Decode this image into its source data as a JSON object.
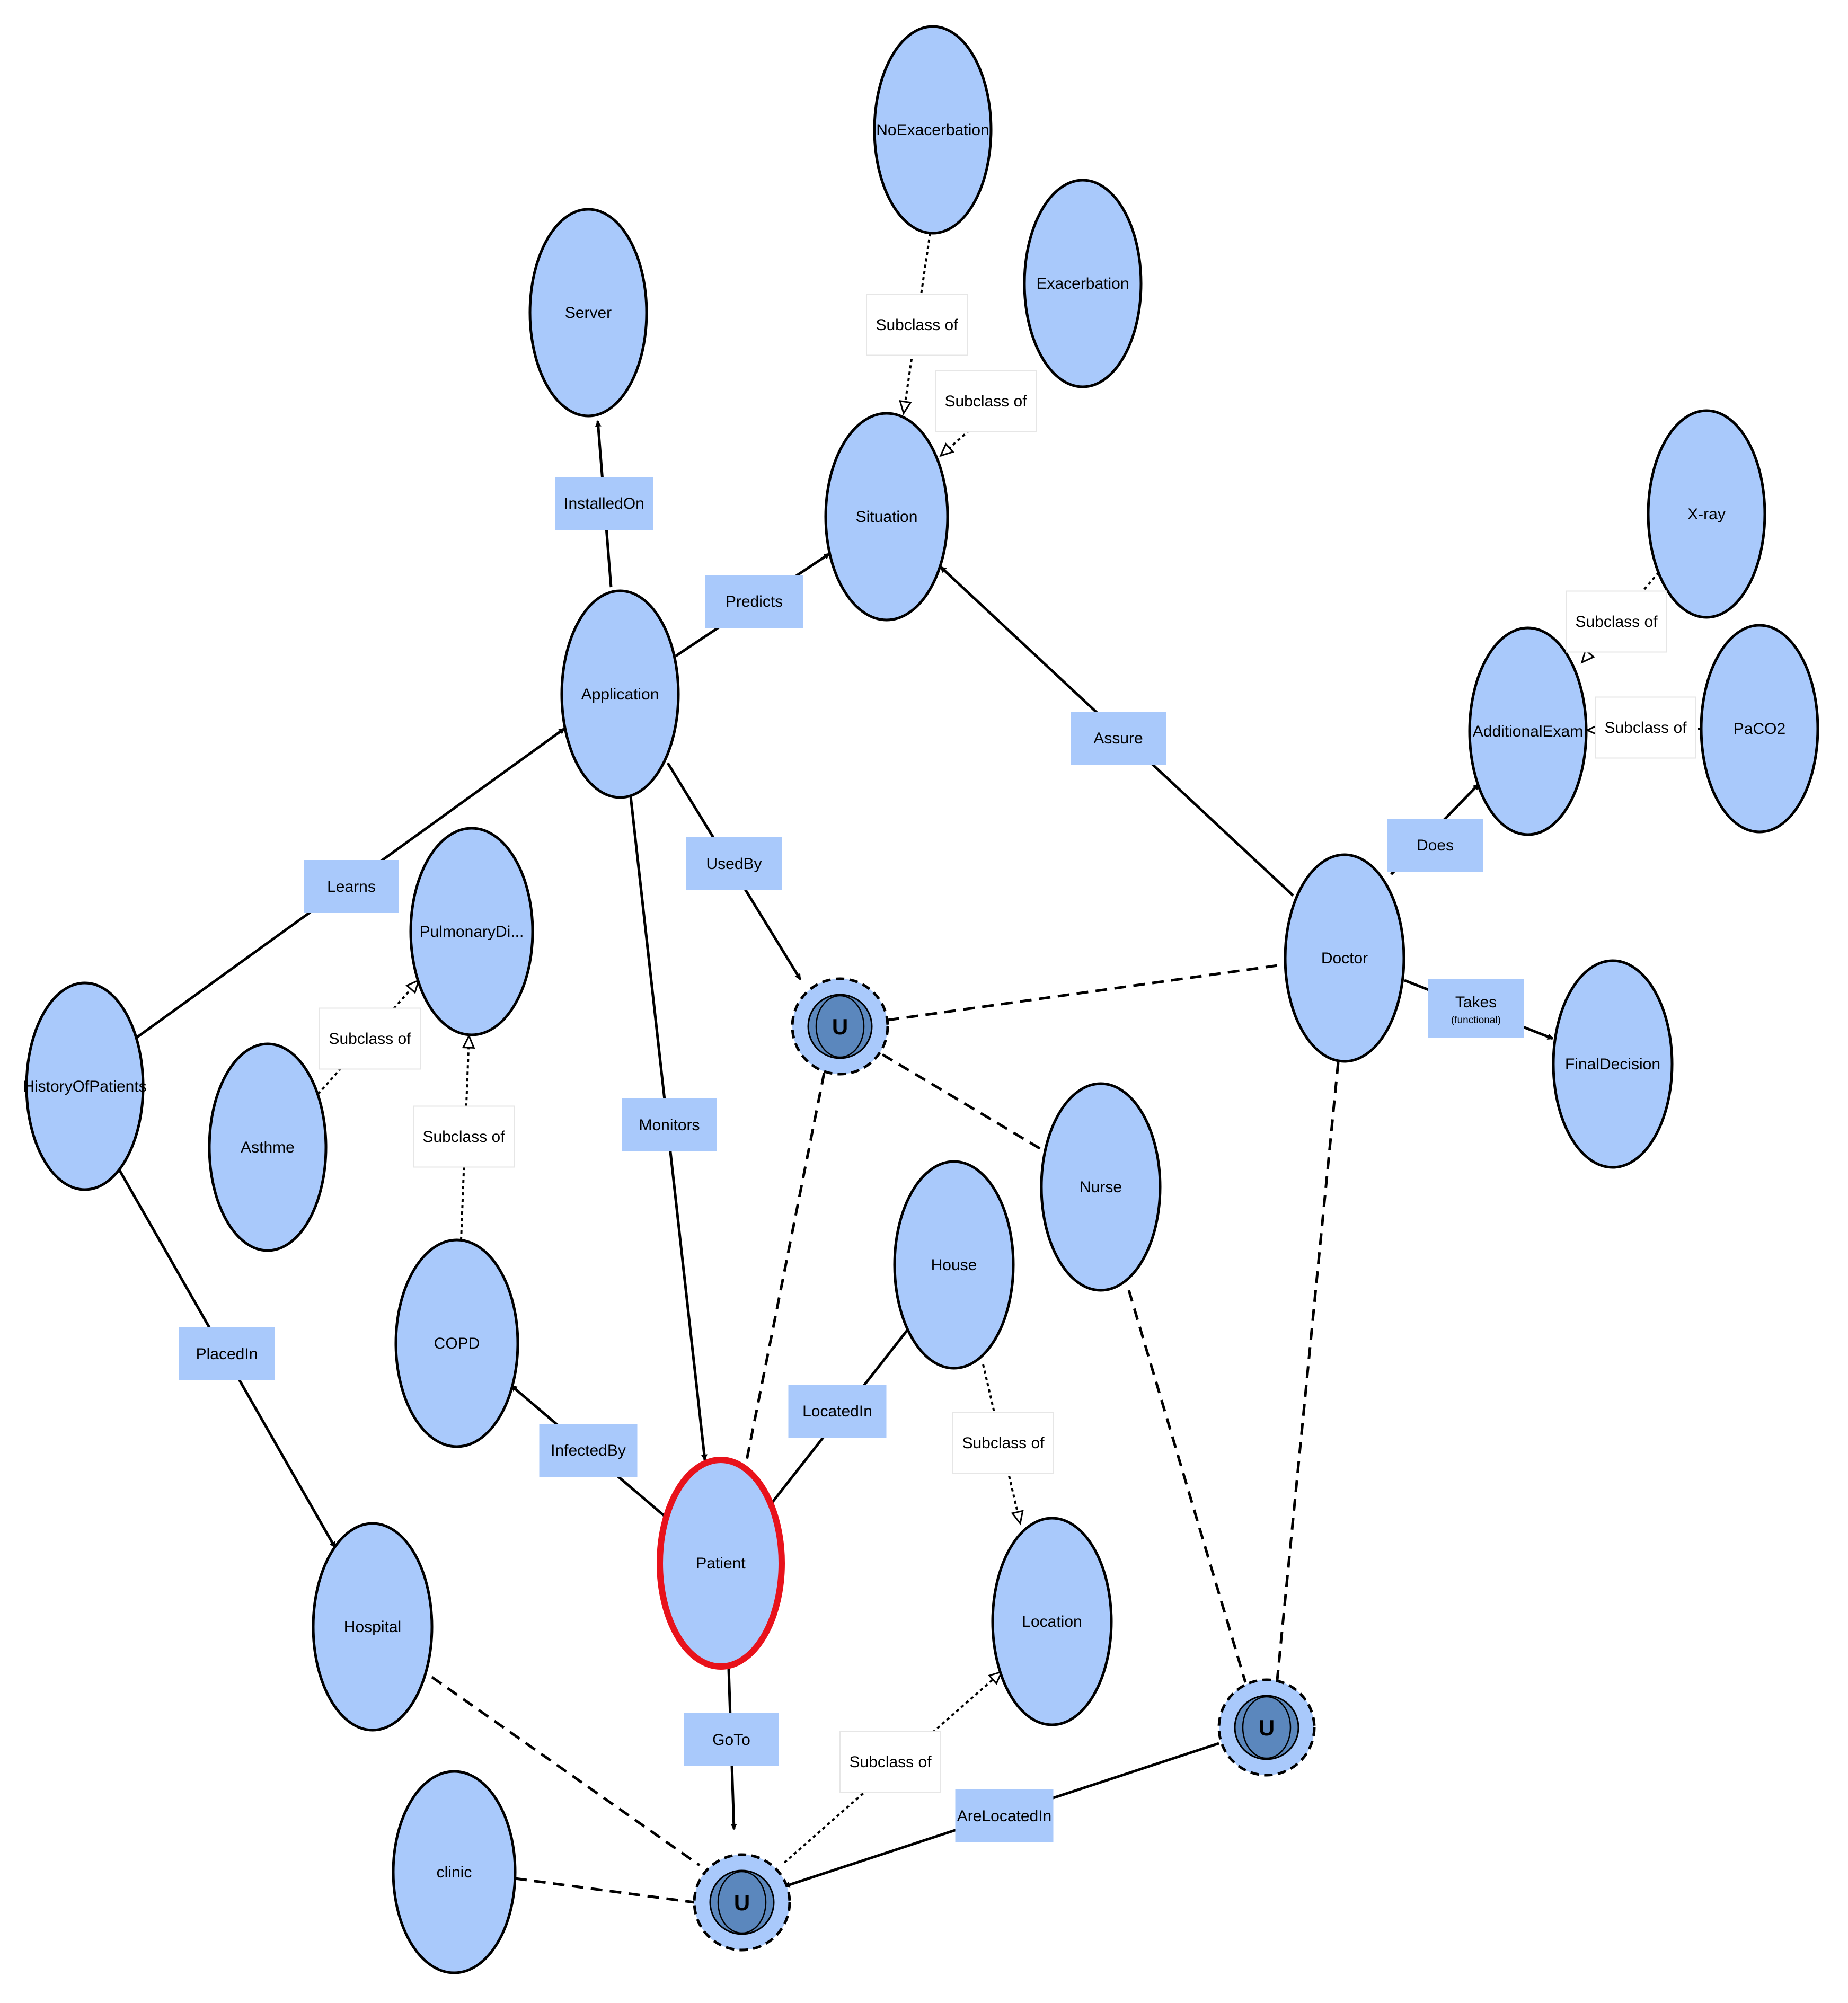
{
  "colors": {
    "node_fill": "#a9c9fb",
    "node_stroke": "#000000",
    "highlight_stroke": "#e8121b",
    "label_fill": "#a9c9fb",
    "union_outer": "#a9c9fb",
    "union_inner": "#5b87bd",
    "edge": "#000000"
  },
  "nodes": [
    {
      "id": "Server",
      "label": "Server"
    },
    {
      "id": "NoExacerbation",
      "label": "NoExacerbation"
    },
    {
      "id": "Exacerbation",
      "label": "Exacerbation"
    },
    {
      "id": "Situation",
      "label": "Situation"
    },
    {
      "id": "Application",
      "label": "Application"
    },
    {
      "id": "XRay",
      "label": "X-ray"
    },
    {
      "id": "AdditionalExam",
      "label": "AdditionalExam"
    },
    {
      "id": "PaCO2",
      "label": "PaCO2"
    },
    {
      "id": "PulmonaryDi",
      "label": "PulmonaryDi..."
    },
    {
      "id": "HistoryOfPatients",
      "label": "HistoryOfPatients"
    },
    {
      "id": "Asthme",
      "label": "Asthme"
    },
    {
      "id": "Doctor",
      "label": "Doctor"
    },
    {
      "id": "FinalDecision",
      "label": "FinalDecision"
    },
    {
      "id": "Nurse",
      "label": "Nurse"
    },
    {
      "id": "House",
      "label": "House"
    },
    {
      "id": "COPD",
      "label": "COPD"
    },
    {
      "id": "Patient",
      "label": "Patient",
      "highlight": true
    },
    {
      "id": "Location",
      "label": "Location"
    },
    {
      "id": "Hospital",
      "label": "Hospital"
    },
    {
      "id": "clinic",
      "label": "clinic"
    }
  ],
  "unions": [
    {
      "id": "U1",
      "label": "U"
    },
    {
      "id": "U2",
      "label": "U"
    },
    {
      "id": "U3",
      "label": "U"
    }
  ],
  "edges": [
    {
      "id": "installedon",
      "from": "Application",
      "to": "Server",
      "label": "InstalledOn",
      "kind": "property"
    },
    {
      "id": "predicts",
      "from": "Application",
      "to": "Situation",
      "label": "Predicts",
      "kind": "property"
    },
    {
      "id": "assure",
      "from": "Doctor",
      "to": "Situation",
      "label": "Assure",
      "kind": "property"
    },
    {
      "id": "learns",
      "from": "HistoryOfPatients",
      "to": "Application",
      "label": "Learns",
      "kind": "property"
    },
    {
      "id": "usedby",
      "from": "Application",
      "to": "U1",
      "label": "UsedBy",
      "kind": "property"
    },
    {
      "id": "monitors",
      "from": "Application",
      "to": "Patient",
      "label": "Monitors",
      "kind": "property"
    },
    {
      "id": "does",
      "from": "Doctor",
      "to": "AdditionalExam",
      "label": "Does",
      "kind": "property"
    },
    {
      "id": "takes",
      "from": "Doctor",
      "to": "FinalDecision",
      "label": "Takes",
      "sublabel": "(functional)",
      "kind": "property"
    },
    {
      "id": "placedin",
      "from": "HistoryOfPatients",
      "to": "Hospital",
      "label": "PlacedIn",
      "kind": "property"
    },
    {
      "id": "infectedby",
      "from": "Patient",
      "to": "COPD",
      "label": "InfectedBy",
      "kind": "property"
    },
    {
      "id": "locatedin",
      "from": "Patient",
      "to": "House",
      "label": "LocatedIn",
      "kind": "property"
    },
    {
      "id": "goto",
      "from": "Patient",
      "to": "U3",
      "label": "GoTo",
      "kind": "property"
    },
    {
      "id": "arelocatedin",
      "from": "U2",
      "to": "U3",
      "label": "AreLocatedIn",
      "kind": "property"
    },
    {
      "id": "sub_noexac",
      "from": "NoExacerbation",
      "to": "Situation",
      "label": "Subclass of",
      "kind": "subclass"
    },
    {
      "id": "sub_exac",
      "from": "Exacerbation",
      "to": "Situation",
      "label": "Subclass of",
      "kind": "subclass"
    },
    {
      "id": "sub_xray",
      "from": "XRay",
      "to": "AdditionalExam",
      "label": "Subclass of",
      "kind": "subclass"
    },
    {
      "id": "sub_paco2",
      "from": "PaCO2",
      "to": "AdditionalExam",
      "label": "Subclass of",
      "kind": "subclass"
    },
    {
      "id": "sub_asthme",
      "from": "Asthme",
      "to": "PulmonaryDi",
      "label": "Subclass of",
      "kind": "subclass"
    },
    {
      "id": "sub_copd",
      "from": "COPD",
      "to": "PulmonaryDi",
      "label": "Subclass of",
      "kind": "subclass"
    },
    {
      "id": "sub_house",
      "from": "House",
      "to": "Location",
      "label": "Subclass of",
      "kind": "subclass"
    },
    {
      "id": "sub_u3",
      "from": "U3",
      "to": "Location",
      "label": "Subclass of",
      "kind": "subclass"
    },
    {
      "id": "union_u1_doctor",
      "from": "U1",
      "to": "Doctor",
      "kind": "union-member"
    },
    {
      "id": "union_u1_nurse",
      "from": "U1",
      "to": "Nurse",
      "kind": "union-member"
    },
    {
      "id": "union_u1_patient",
      "from": "U1",
      "to": "Patient",
      "kind": "union-member"
    },
    {
      "id": "union_u2_doctor",
      "from": "U2",
      "to": "Doctor",
      "kind": "union-member"
    },
    {
      "id": "union_u2_nurse",
      "from": "U2",
      "to": "Nurse",
      "kind": "union-member"
    },
    {
      "id": "union_u3_hospital",
      "from": "U3",
      "to": "Hospital",
      "kind": "union-member"
    },
    {
      "id": "union_u3_clinic",
      "from": "U3",
      "to": "clinic",
      "kind": "union-member"
    }
  ]
}
